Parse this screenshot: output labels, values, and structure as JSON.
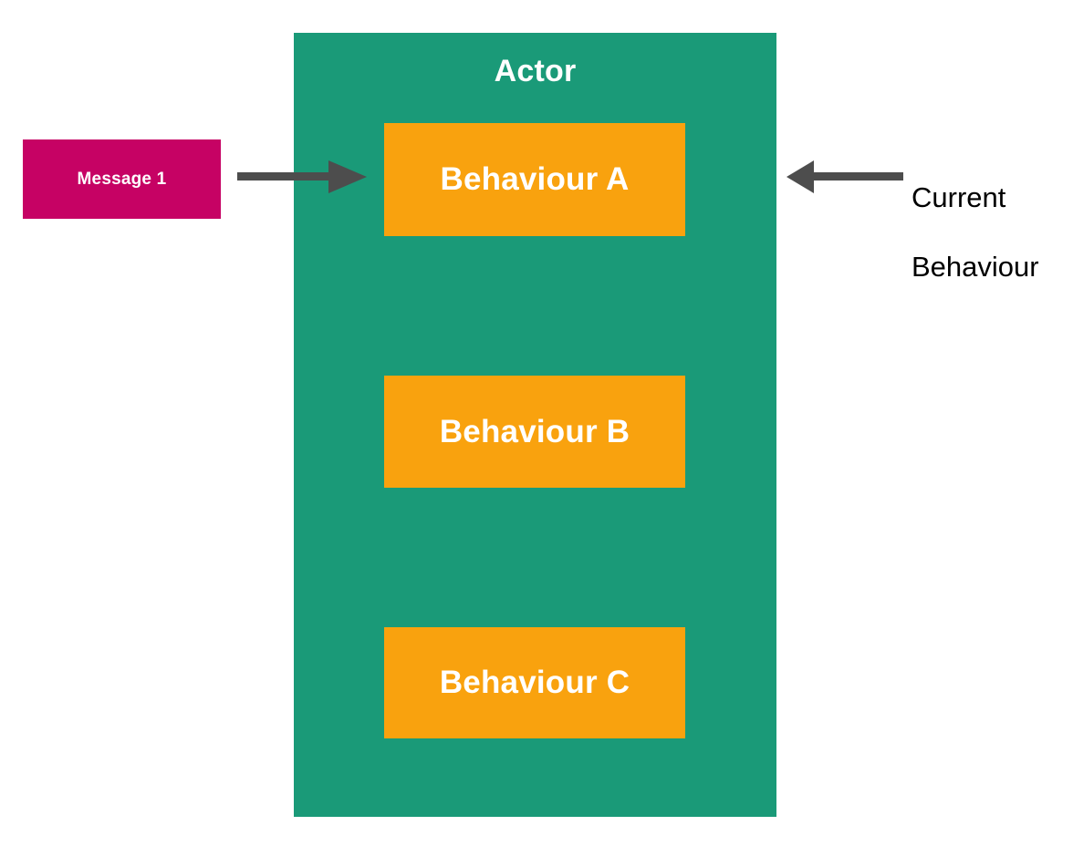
{
  "diagram": {
    "type": "actor-behaviour-diagram",
    "actor": {
      "title": "Actor",
      "fill": "#1a9a78",
      "text_color": "#ffffff"
    },
    "behaviours": [
      {
        "label": "Behaviour A",
        "fill": "#f9a20e",
        "text_color": "#ffffff",
        "is_current": true
      },
      {
        "label": "Behaviour B",
        "fill": "#f9a20e",
        "text_color": "#ffffff",
        "is_current": false
      },
      {
        "label": "Behaviour C",
        "fill": "#f9a20e",
        "text_color": "#ffffff",
        "is_current": false
      }
    ],
    "message": {
      "label": "Message 1",
      "fill": "#c60264",
      "text_color": "#ffffff"
    },
    "annotation": {
      "label": "Current\nBehaviour",
      "line_1": "Current",
      "line_2": "Behaviour",
      "text_color": "#000000"
    },
    "arrows": [
      {
        "name": "incoming-message-arrow",
        "direction": "right",
        "color": "#4d4d4d"
      },
      {
        "name": "current-behaviour-arrow",
        "direction": "left",
        "color": "#4d4d4d"
      }
    ],
    "colors": {
      "background": "#ffffff",
      "actor_green": "#1a9a78",
      "behaviour_orange": "#f9a20e",
      "message_magenta": "#c60264",
      "arrow_gray": "#4d4d4d",
      "annotation_black": "#000000"
    }
  }
}
